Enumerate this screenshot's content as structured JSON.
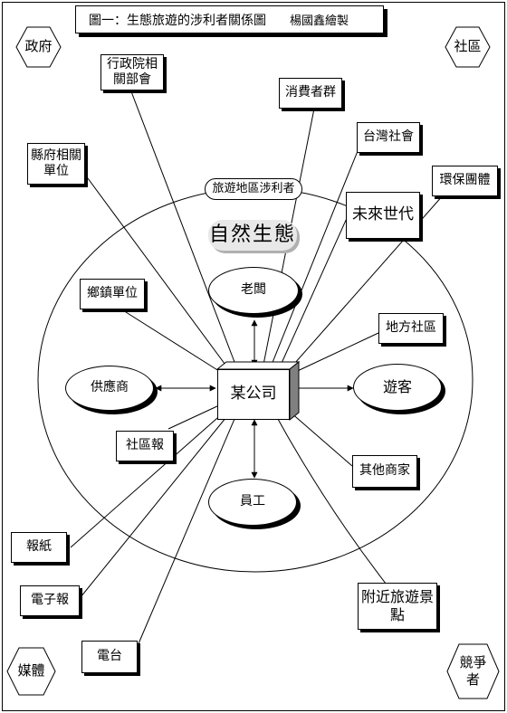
{
  "title": "圖一：生態旅遊的涉利者關係圖",
  "author": "楊國鑫繪製",
  "corners": {
    "top_left": "政府",
    "top_right": "社區",
    "bottom_left": "媒體",
    "bottom_right": "競爭者"
  },
  "circle_label": "旅遊地區涉利者",
  "ecology_label": "自然生態",
  "center": "某公司",
  "inner_nodes": {
    "boss": "老闆",
    "supplier": "供應商",
    "tourist": "遊客",
    "employee": "員工"
  },
  "stakeholders": {
    "executive_yuan": "行政院相關部會",
    "consumer_group": "消費者群",
    "taiwan_society": "台灣社會",
    "county_units": "縣府相關單位",
    "environmental_groups": "環保團體",
    "future_generations": "未來世代",
    "township_units": "鄉鎮單位",
    "local_community": "地方社區",
    "community_newspaper": "社區報",
    "other_businesses": "其他商家",
    "newspaper": "報紙",
    "e_newsletter": "電子報",
    "radio": "電台",
    "nearby_attractions": "附近旅遊景點"
  }
}
